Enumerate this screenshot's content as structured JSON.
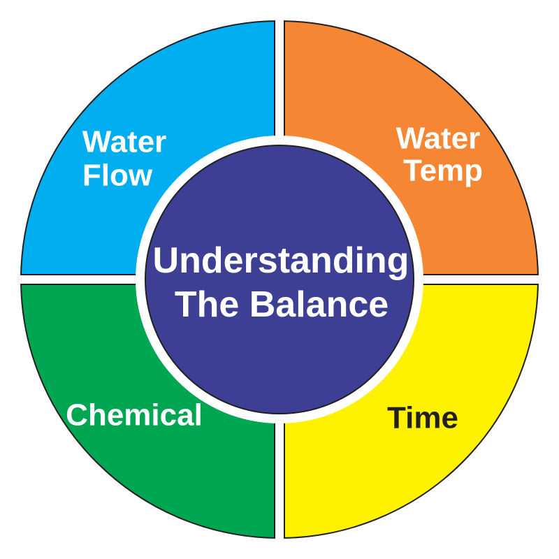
{
  "center": {
    "line1": "Understanding",
    "line2": "The Balance",
    "color": "#3d3f94"
  },
  "segments": [
    {
      "id": "water-flow",
      "line1": "Water",
      "line2": "Flow",
      "color": "#00aeef",
      "text_color": "#ffffff"
    },
    {
      "id": "water-temp",
      "line1": "Water",
      "line2": "Temp",
      "color": "#f58634",
      "text_color": "#ffffff"
    },
    {
      "id": "time",
      "line1": "Time",
      "color": "#fff200",
      "text_color": "#231f20"
    },
    {
      "id": "chemical",
      "line1": "Chemical",
      "color": "#00a651",
      "text_color": "#ffffff"
    }
  ],
  "outline_color": "#231f20",
  "gap_color": "#ffffff"
}
